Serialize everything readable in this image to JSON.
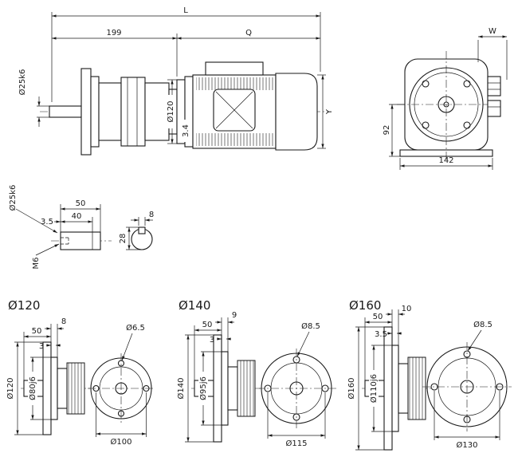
{
  "colors": {
    "line": "#1a1a1a",
    "background": "#ffffff"
  },
  "drawing": {
    "main": {
      "dim_l": "L",
      "dim_199": "199",
      "dim_q": "Q",
      "shaft_dia": "Ø25k6",
      "housing_dia": "Ø120",
      "dim_3_4": "3.4",
      "dim_y": "Y"
    },
    "front": {
      "dim_w": "W",
      "dim_92": "92",
      "dim_142": "142"
    },
    "shaft_detail": {
      "dim_50": "50",
      "dim_40": "40",
      "dim_3_5": "3.5",
      "dia": "Ø25k6",
      "thread": "M6"
    },
    "key_section": {
      "dim_8": "8",
      "dim_28": "28"
    },
    "flanges": [
      {
        "title": "Ø120",
        "dim_50": "50",
        "thickness": "8",
        "depth": "3",
        "hole_dia": "Ø6.5",
        "outer_dia": "Ø120",
        "pilot_dia": "Ø80j6",
        "bolt_circle": "Ø100"
      },
      {
        "title": "Ø140",
        "dim_50": "50",
        "thickness": "9",
        "depth": "3",
        "hole_dia": "Ø8.5",
        "outer_dia": "Ø140",
        "pilot_dia": "Ø95j6",
        "bolt_circle": "Ø115"
      },
      {
        "title": "Ø160",
        "dim_50": "50",
        "thickness": "10",
        "depth": "3.5",
        "hole_dia": "Ø8.5",
        "outer_dia": "Ø160",
        "pilot_dia": "Ø110j6",
        "bolt_circle": "Ø130"
      }
    ]
  }
}
